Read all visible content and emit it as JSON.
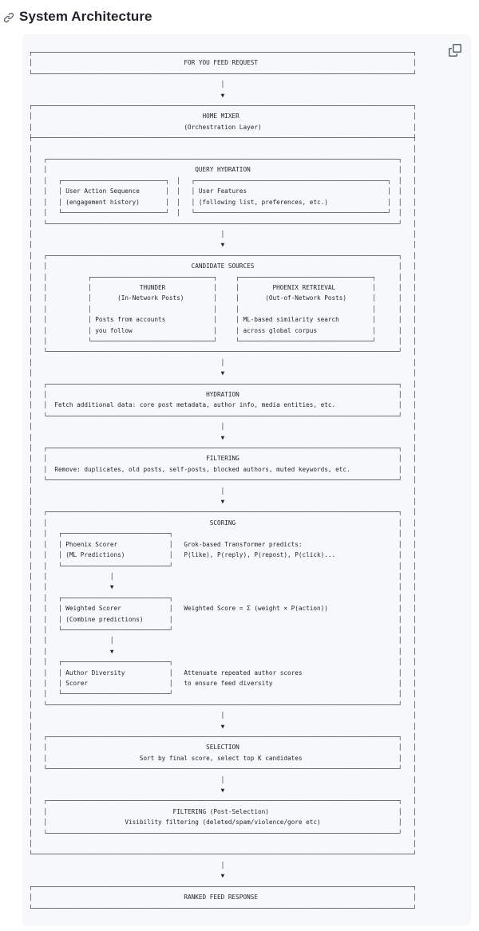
{
  "heading": {
    "text": "System Architecture"
  },
  "colors": {
    "code_block_background": "#f6f8fa",
    "code_text": "#1f2328",
    "icon_gray": "#59636e"
  },
  "icons": {
    "heading_anchor": "link-icon",
    "copy": "copy-icon"
  },
  "diagram": {
    "nodes": {
      "entry": "FOR YOU FEED REQUEST",
      "orchestrator": "HOME MIXER (Orchestration Layer)",
      "query_hydration": [
        "User Action Sequence (engagement history)",
        "User Features (following list, preferences, etc.)"
      ],
      "candidate_sources": [
        "THUNDER (In-Network Posts): Posts from accounts you follow",
        "PHOENIX RETRIEVAL (Out-of-Network Posts): ML-based similarity search across global corpus"
      ],
      "hydration": "Fetch additional data: core post metadata, author info, media entities, etc.",
      "filtering": "Remove: duplicates, old posts, self-posts, blocked authors, muted keywords, etc.",
      "scoring": [
        "Phoenix Scorer (ML Predictions): Grok-based Transformer predicts: P(like), P(reply), P(repost), P(click)...",
        "Weighted Scorer (Combine predictions): Weighted Score = Σ (weight × P(action))",
        "Author Diversity Scorer: Attenuate repeated author scores to ensure feed diversity"
      ],
      "selection": "Sort by final score, select top K candidates",
      "post_filtering": "FILTERING (Post-Selection): Visibility filtering (deleted/spam/violence/gore etc)",
      "exit": "RANKED FEED RESPONSE"
    },
    "lines": [
      "┌───────────────────────────────────────────────────────────────────────────────────────────────────────┐",
      "│                                         FOR YOU FEED REQUEST                                          │",
      "└───────────────────────────────────────────────────────────────────────────────────────────────────────┘",
      "                                                    │",
      "                                                    ▼",
      "┌───────────────────────────────────────────────────────────────────────────────────────────────────────┐",
      "│                                              HOME MIXER                                               │",
      "│                                         (Orchestration Layer)                                         │",
      "├───────────────────────────────────────────────────────────────────────────────────────────────────────┤",
      "│                                                                                                       │",
      "│   ┌───────────────────────────────────────────────────────────────────────────────────────────────┐   │",
      "│   │                                        QUERY HYDRATION                                        │   │",
      "│   │   ┌────────────────────────────┐  │   ┌────────────────────────────────────────────────────┐  │   │",
      "│   │   │ User Action Sequence       │  │   │ User Features                                      │  │   │",
      "│   │   │ (engagement history)       │  │   │ (following list, preferences, etc.)                │  │   │",
      "│   │   └────────────────────────────┘  │   └────────────────────────────────────────────────────┘  │   │",
      "│   └───────────────────────────────────────────────────────────────────────────────────────────────┘   │",
      "│                                                   │                                                   │",
      "│                                                   ▼                                                   │",
      "│   ┌───────────────────────────────────────────────────────────────────────────────────────────────┐   │",
      "│   │                                       CANDIDATE SOURCES                                       │   │",
      "│   │           ┌─────────────────────────────────┐     ┌────────────────────────────────────┐      │   │",
      "│   │           │             THUNDER             │     │         PHOENIX RETRIEVAL          │      │   │",
      "│   │           │       (In-Network Posts)        │     │       (Out-of-Network Posts)       │      │   │",
      "│   │           │                                 │     │                                    │      │   │",
      "│   │           │ Posts from accounts             │     │ ML-based similarity search         │      │   │",
      "│   │           │ you follow                      │     │ across global corpus               │      │   │",
      "│   │           └─────────────────────────────────┘     └────────────────────────────────────┘      │   │",
      "│   └───────────────────────────────────────────────────────────────────────────────────────────────┘   │",
      "│                                                   │                                                   │",
      "│                                                   ▼                                                   │",
      "│   ┌───────────────────────────────────────────────────────────────────────────────────────────────┐   │",
      "│   │                                           HYDRATION                                           │   │",
      "│   │  Fetch additional data: core post metadata, author info, media entities, etc.                 │   │",
      "│   └───────────────────────────────────────────────────────────────────────────────────────────────┘   │",
      "│                                                   │                                                   │",
      "│                                                   ▼                                                   │",
      "│   ┌───────────────────────────────────────────────────────────────────────────────────────────────┐   │",
      "│   │                                           FILTERING                                           │   │",
      "│   │  Remove: duplicates, old posts, self-posts, blocked authors, muted keywords, etc.             │   │",
      "│   └───────────────────────────────────────────────────────────────────────────────────────────────┘   │",
      "│                                                   │                                                   │",
      "│                                                   ▼                                                   │",
      "│   ┌───────────────────────────────────────────────────────────────────────────────────────────────┐   │",
      "│   │                                            SCORING                                            │   │",
      "│   │   ┌─────────────────────────────┐                                                             │   │",
      "│   │   │ Phoenix Scorer              │   Grok-based Transformer predicts:                          │   │",
      "│   │   │ (ML Predictions)            │   P(like), P(reply), P(repost), P(click)...                 │   │",
      "│   │   └─────────────────────────────┘                                                             │   │",
      "│   │                 │                                                                             │   │",
      "│   │                 ▼                                                                             │   │",
      "│   │   ┌─────────────────────────────┐                                                             │   │",
      "│   │   │ Weighted Scorer             │   Weighted Score = Σ (weight × P(action))                   │   │",
      "│   │   │ (Combine predictions)       │                                                             │   │",
      "│   │   └─────────────────────────────┘                                                             │   │",
      "│   │                 │                                                                             │   │",
      "│   │                 ▼                                                                             │   │",
      "│   │   ┌─────────────────────────────┐                                                             │   │",
      "│   │   │ Author Diversity            │   Attenuate repeated author scores                          │   │",
      "│   │   │ Scorer                      │   to ensure feed diversity                                  │   │",
      "│   │   └─────────────────────────────┘                                                             │   │",
      "│   └───────────────────────────────────────────────────────────────────────────────────────────────┘   │",
      "│                                                   │                                                   │",
      "│                                                   ▼                                                   │",
      "│   ┌───────────────────────────────────────────────────────────────────────────────────────────────┐   │",
      "│   │                                           SELECTION                                           │   │",
      "│   │                         Sort by final score, select top K candidates                          │   │",
      "│   └───────────────────────────────────────────────────────────────────────────────────────────────┘   │",
      "│                                                   │                                                   │",
      "│                                                   ▼                                                   │",
      "│   ┌───────────────────────────────────────────────────────────────────────────────────────────────┐   │",
      "│   │                                  FILTERING (Post-Selection)                                   │   │",
      "│   │                     Visibility filtering (deleted/spam/violence/gore etc)                     │   │",
      "│   └───────────────────────────────────────────────────────────────────────────────────────────────┘   │",
      "│                                                                                                       │",
      "└───────────────────────────────────────────────────────────────────────────────────────────────────────┘",
      "                                                    │",
      "                                                    ▼",
      "┌───────────────────────────────────────────────────────────────────────────────────────────────────────┐",
      "│                                         RANKED FEED RESPONSE                                          │",
      "└───────────────────────────────────────────────────────────────────────────────────────────────────────┘"
    ]
  }
}
